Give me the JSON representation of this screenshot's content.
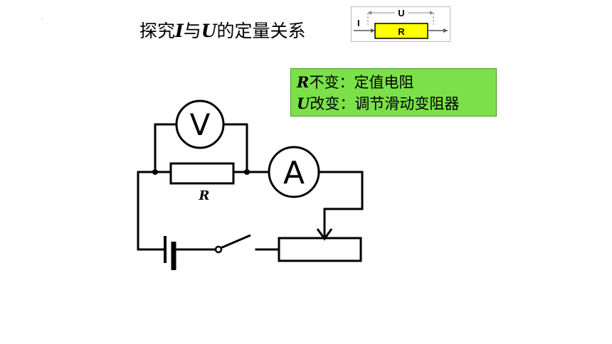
{
  "title": {
    "prefix": "探究",
    "var1": "I",
    "middle": "与",
    "var2": "U",
    "suffix": "的定量关系"
  },
  "mini_diagram": {
    "voltage_label": "U",
    "current_label": "I",
    "resistor_label": "R",
    "resistor_color": "#ffff00"
  },
  "note": {
    "line1_var": "R",
    "line1_text": "不变：定值电阻",
    "line2_var": "U",
    "line2_text": "改变：调节滑动变阻器",
    "background": "#7be04a"
  },
  "circuit": {
    "voltmeter_label": "V",
    "ammeter_label": "A",
    "resistor_label": "R"
  },
  "corner_mark": "."
}
